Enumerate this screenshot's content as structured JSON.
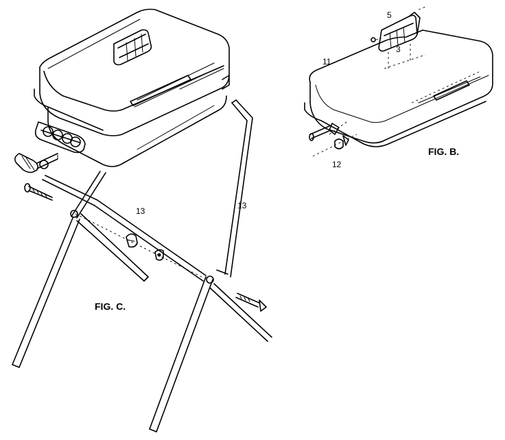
{
  "labels": {
    "part_5": "5",
    "part_3": "3",
    "part_11": "11",
    "part_12": "12",
    "part_13_left": "13",
    "part_13_right": "13",
    "fig_b": "FIG. B.",
    "fig_c": "FIG. C."
  },
  "colors": {
    "ink": "#000000",
    "paper": "#ffffff"
  }
}
